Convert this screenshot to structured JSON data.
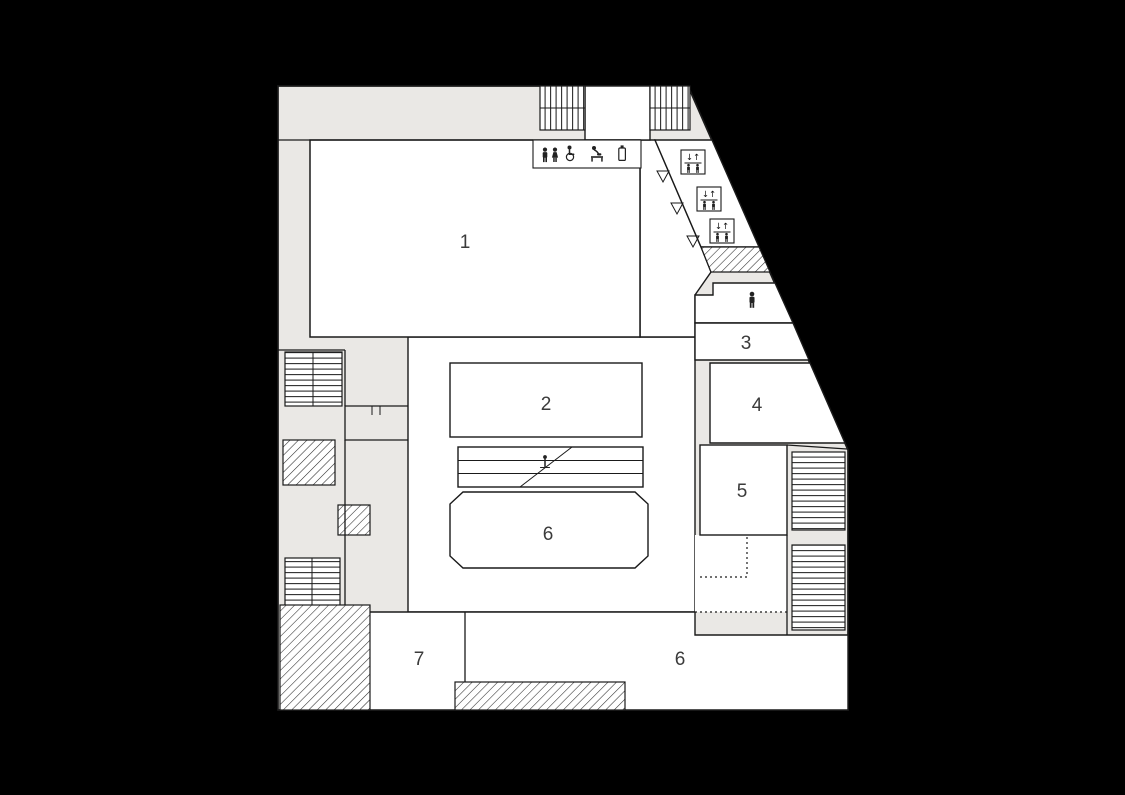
{
  "page": {
    "type": "building-floor-plan",
    "background": "#000000"
  },
  "palette": {
    "floor": "#eae8e5",
    "room": "#ffffff",
    "wall": "#1a1a1a",
    "label": "#3b3b3b"
  },
  "rooms": [
    {
      "label": "1"
    },
    {
      "label": "2"
    },
    {
      "label": "3"
    },
    {
      "label": "4"
    },
    {
      "label": "5"
    },
    {
      "label": "6"
    },
    {
      "label": "6"
    },
    {
      "label": "7"
    }
  ],
  "elevator": {
    "count": 3,
    "arrows": "↓↑"
  },
  "facility_icons": [
    "mens-toilet",
    "womens-toilet",
    "wheelchair-accessible",
    "baby-care",
    "vending-machine"
  ],
  "standalone_icons": [
    "mens-toilet",
    "escalator",
    "direction-triangle"
  ],
  "direction_triangle_count": 3
}
